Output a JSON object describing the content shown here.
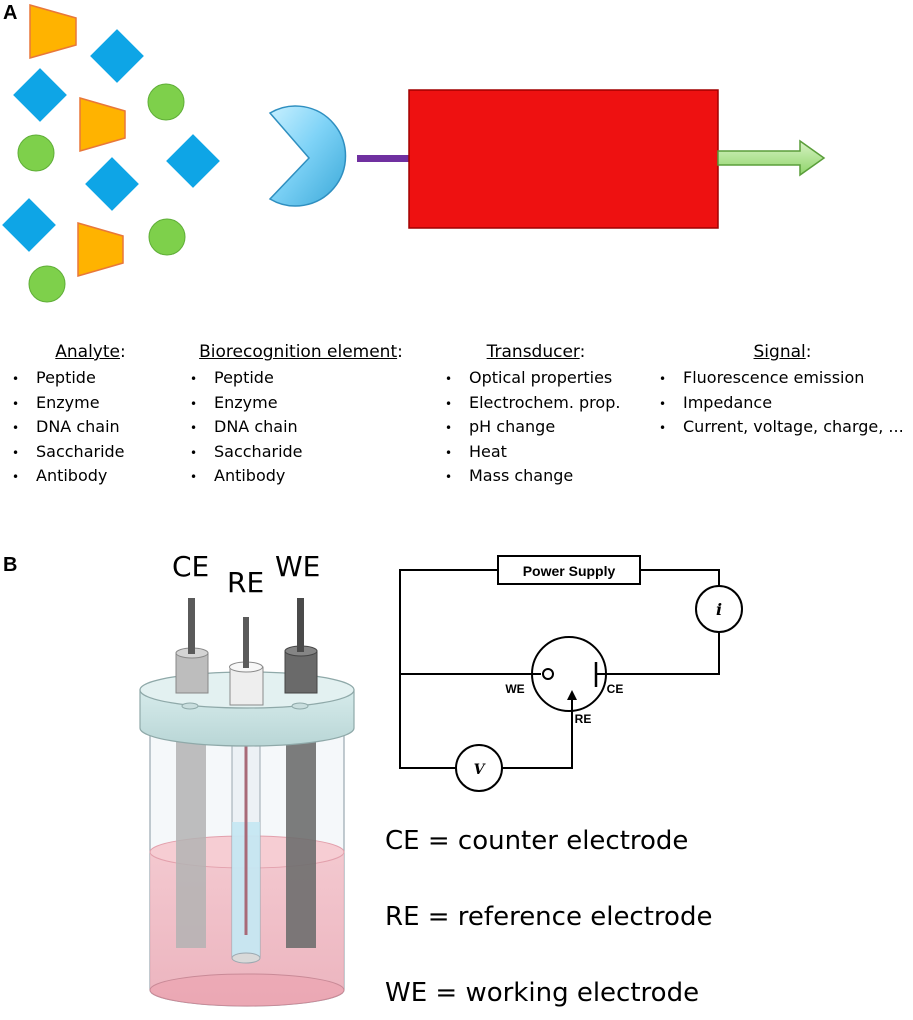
{
  "panel_a": {
    "letter": "A",
    "columns": [
      {
        "heading": "Analyte",
        "items": [
          "Peptide",
          "Enzyme",
          "DNA chain",
          "Saccharide",
          "Antibody"
        ]
      },
      {
        "heading": "Biorecognition element",
        "items": [
          "Peptide",
          "Enzyme",
          "DNA chain",
          "Saccharide",
          "Antibody"
        ]
      },
      {
        "heading": "Transducer",
        "items": [
          "Optical properties",
          "Electrochem. prop.",
          "pH change",
          "Heat",
          "Mass change"
        ]
      },
      {
        "heading": "Signal",
        "items": [
          "Fluorescence emission",
          "Impedance",
          "Current, voltage, charge, ..."
        ]
      }
    ],
    "colors": {
      "diamond": "#0ea5e6",
      "trapezoid": "#ffb300",
      "circle": "#7ed04b",
      "receptor": "#7fd3f7",
      "transducer": "#ee1111",
      "linker": "#7030a0",
      "arrow": "#a9e28a"
    }
  },
  "panel_b": {
    "letter": "B",
    "electrode_labels": {
      "ce": "CE",
      "re": "RE",
      "we": "WE"
    },
    "circuit": {
      "power_supply": "Power Supply",
      "ammeter": "i",
      "voltmeter": "V",
      "we": "WE",
      "ce": "CE",
      "re": "RE"
    },
    "legend": [
      "CE = counter electrode",
      "RE = reference electrode",
      "WE = working electrode"
    ]
  }
}
